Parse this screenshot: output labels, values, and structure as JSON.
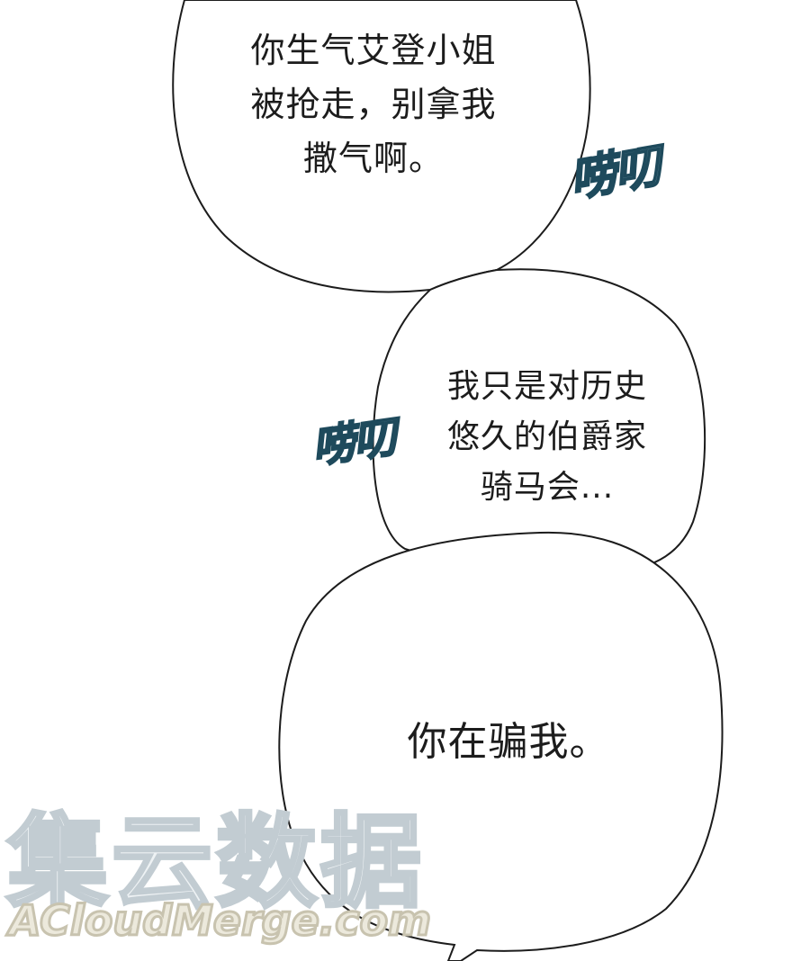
{
  "bubbles": [
    {
      "text": "你生气艾登小姐\n被抢走，别拿我\n撒气啊。"
    },
    {
      "text": "我只是对历史\n悠久的伯爵家\n骑马会..."
    },
    {
      "text": "你在骗我。"
    }
  ],
  "sfx": [
    {
      "text": "唠叨"
    },
    {
      "text": "唠叨"
    }
  ],
  "watermark": {
    "chinese": "集云数据",
    "english": "ACloudMerge.com"
  },
  "colors": {
    "background": "#ffffff",
    "bubble_outline": "#1c1c1c",
    "text": "#1c1c1c",
    "sfx_fill": "#6f98a8",
    "sfx_outline": "#1e4a5c"
  }
}
